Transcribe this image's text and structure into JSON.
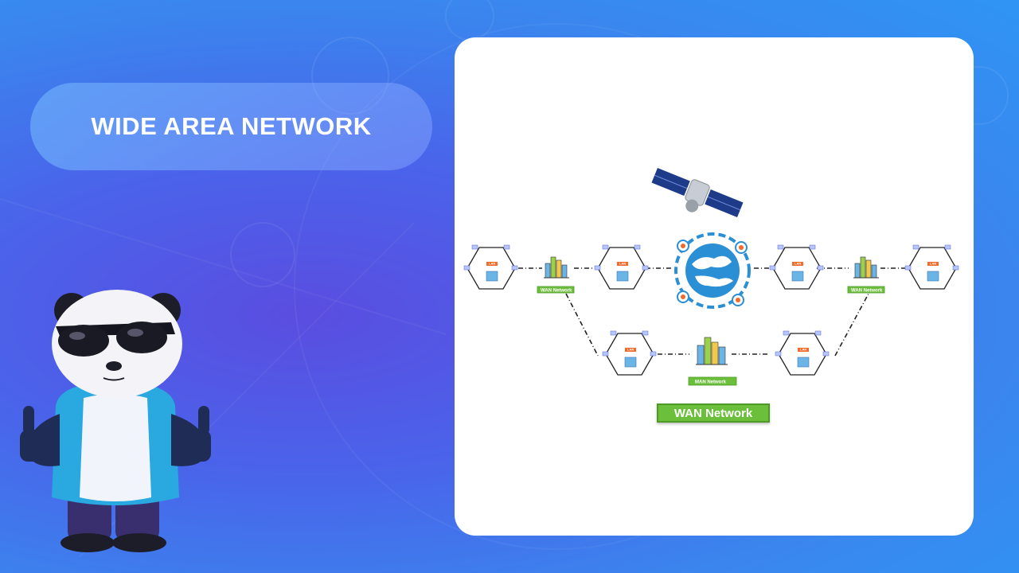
{
  "slide": {
    "title": "WIDE AREA NETWORK"
  },
  "diagram": {
    "main_label": "WAN Network",
    "man_labels": [
      "WAN Network",
      "WAN Network",
      "MAN Network"
    ],
    "lan_labels": [
      "LAN",
      "LAN",
      "LAN",
      "LAN",
      "LAN",
      "LAN"
    ],
    "icons": [
      "satellite-icon",
      "globe-icon",
      "city-buildings-icon",
      "computer-icon",
      "panda-mascot"
    ]
  },
  "colors": {
    "card_bg": "#ffffff",
    "label_green": "#6bbf3a",
    "lan_orange": "#f26b2a",
    "globe_blue": "#2b8fd6"
  }
}
